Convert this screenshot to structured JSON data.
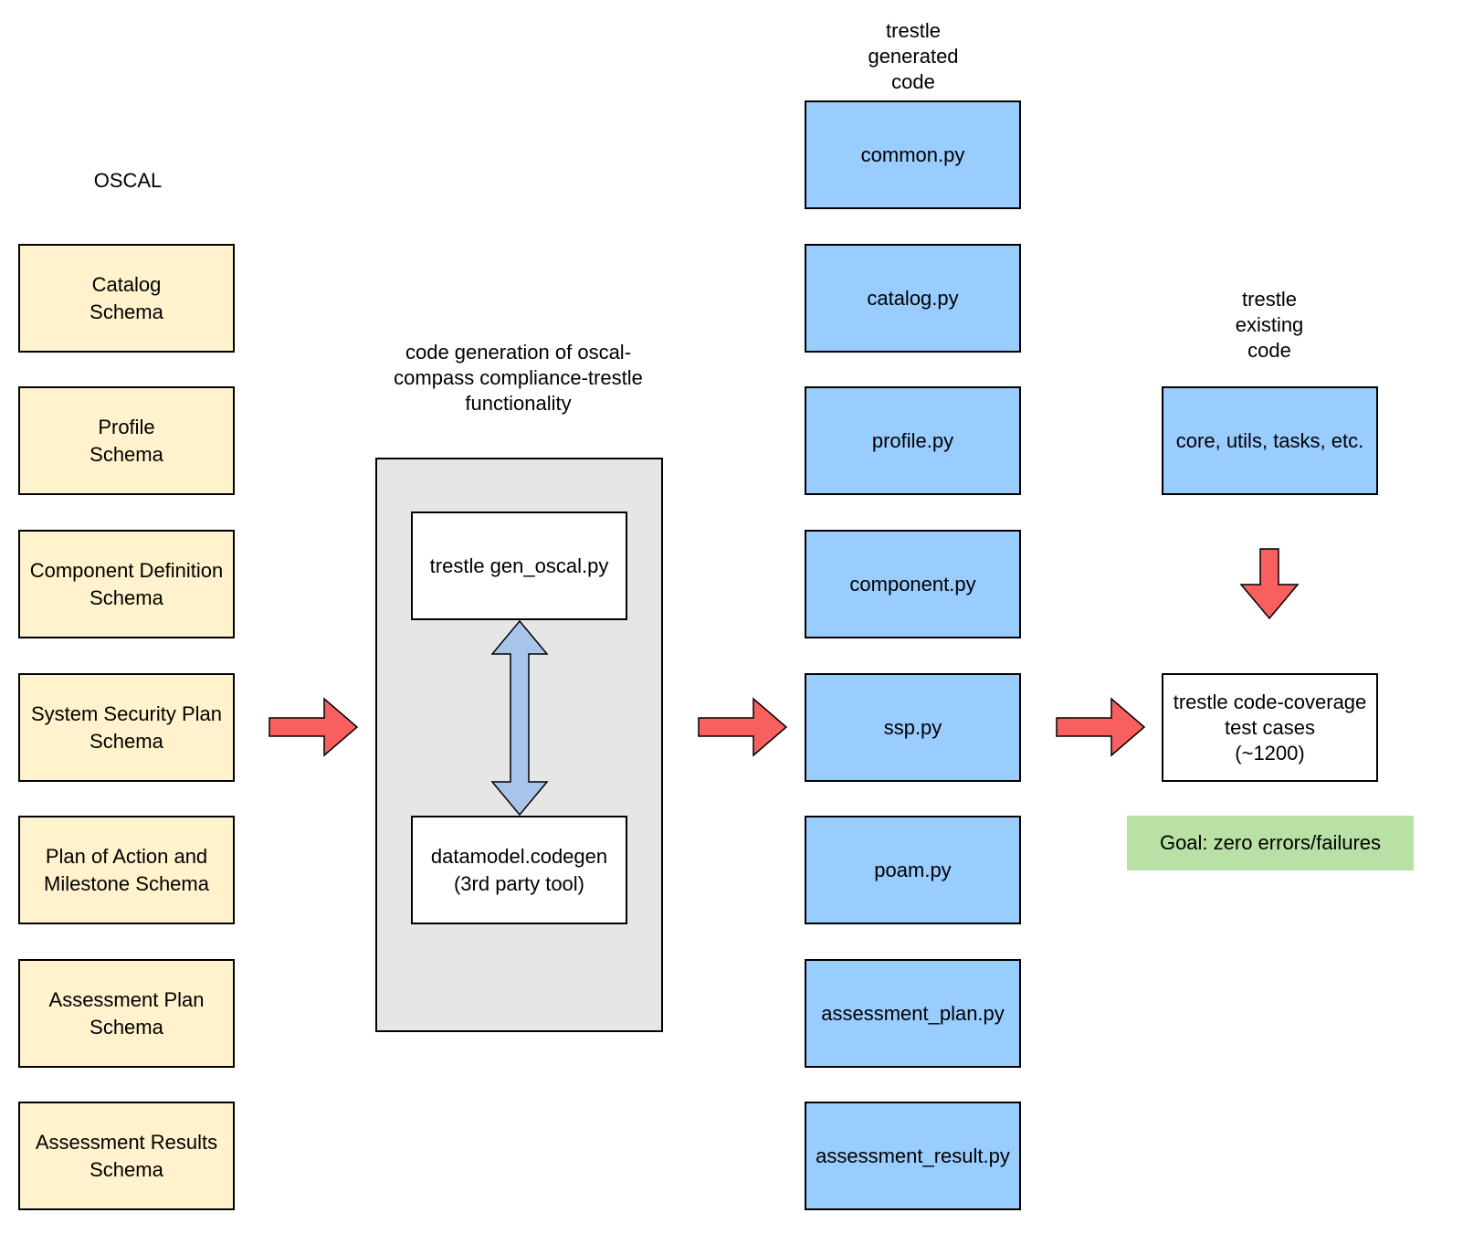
{
  "oscal_header": "OSCAL",
  "schemas": [
    "Catalog\nSchema",
    "Profile\nSchema",
    "Component Definition\nSchema",
    "System Security Plan\nSchema",
    "Plan of Action and\nMilestone Schema",
    "Assessment Plan\nSchema",
    "Assessment Results\nSchema"
  ],
  "codegen": {
    "title": "code generation of oscal-\ncompass compliance-trestle\nfunctionality",
    "gen_script": "trestle gen_oscal.py",
    "tool": "datamodel.codegen\n(3rd party tool)"
  },
  "generated_header": "trestle\ngenerated\ncode",
  "generated_files": [
    "common.py",
    "catalog.py",
    "profile.py",
    "component.py",
    "ssp.py",
    "poam.py",
    "assessment_plan.py",
    "assessment_result.py"
  ],
  "existing_header": "trestle\nexisting\ncode",
  "existing_code": "core, utils, tasks, etc.",
  "tests": "trestle code-coverage\ntest cases\n(~1200)",
  "goal": "Goal: zero errors/failures",
  "colors": {
    "schema_fill": "#fff2cc",
    "code_fill": "#99ccff",
    "container_fill": "#e6e6e6",
    "flow_arrow": "#f85f5f",
    "link_arrow": "#a9c4eb",
    "goal_fill": "#b9e0a5"
  }
}
